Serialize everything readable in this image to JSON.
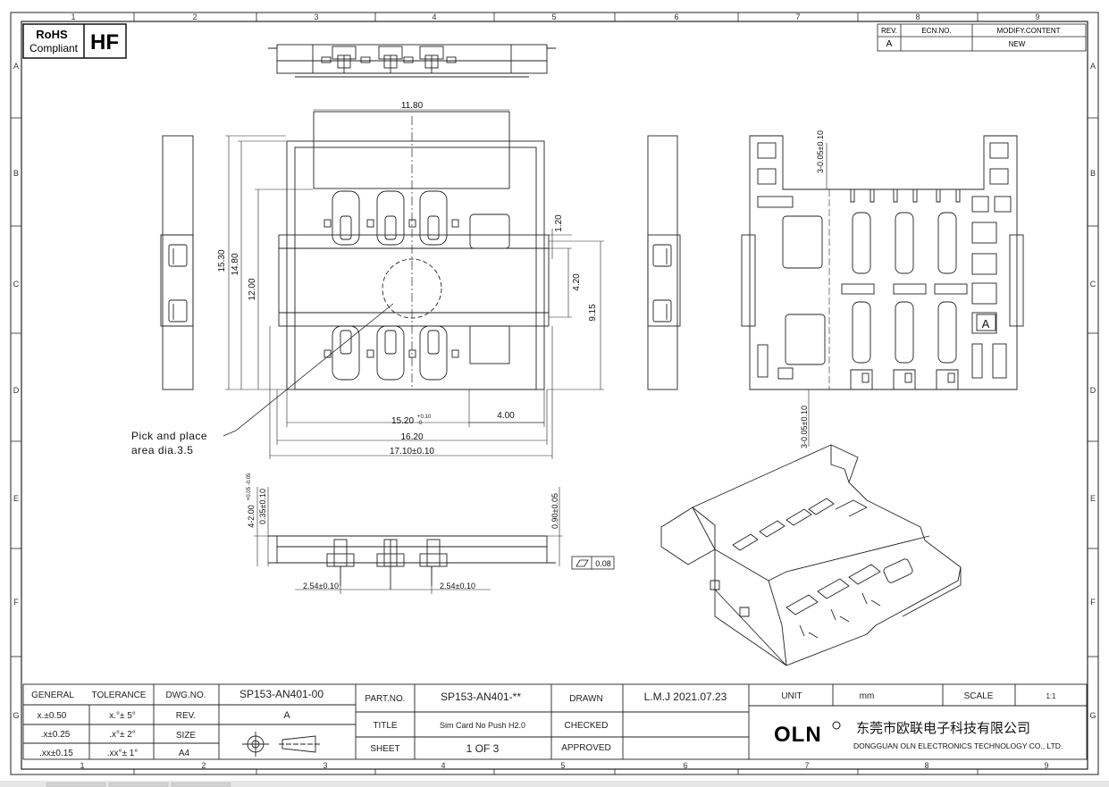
{
  "grid": {
    "cols": [
      "1",
      "2",
      "3",
      "4",
      "5",
      "6",
      "7",
      "8",
      "9"
    ],
    "rows": [
      "A",
      "B",
      "C",
      "D",
      "E",
      "F",
      "G"
    ]
  },
  "badge": {
    "rohs": "RoHS",
    "compliant": "Compliant",
    "hf": "HF"
  },
  "rev_table": {
    "h_rev": "REV.",
    "h_ecn": "ECN.NO.",
    "h_modify": "MODIFY.CONTENT",
    "rev": "A",
    "ecn": "",
    "modify": "NEW"
  },
  "dims": {
    "d1180": "11.80",
    "d1530": "15.30",
    "d1480": "14.80",
    "d1200": "12.00",
    "d120": "1.20",
    "d420": "4.20",
    "d915": "9.15",
    "d1520": "15.20",
    "d1520_tol": "+0.10",
    "d1520_tol2": "-0",
    "d400": "4.00",
    "d1620": "16.20",
    "d1710": "17.10±0.10",
    "pick_line1": "Pick and place",
    "pick_line2": "area dia.3.5",
    "d3005a": "3-0.05±0.10",
    "d3005b": "3-0.05±0.10",
    "d4200": "4-2.00",
    "d4200_tol": "+0.05 -0.05",
    "d035": "0.35±0.10",
    "d090": "0.90±0.05",
    "flat": "0.08",
    "d254a": "2.54±0.10",
    "d254b": "2.54±0.10",
    "label_a": "A"
  },
  "title_block": {
    "general": "GENERAL",
    "tolerance": "TOLERANCE",
    "tol_x_lin": "x.±0.50",
    "tol_x_ang": "x.°± 5°",
    "tol_xx_lin": ".x±0.25",
    "tol_xx_ang": ".x°± 2°",
    "tol_xxx_lin": ".xx±0.15",
    "tol_xxx_ang": ".xx°± 1°",
    "dwg_label": "DWG.NO.",
    "dwg_value": "SP153-AN401-00",
    "rev_label": "REV.",
    "rev_value": "A",
    "size_label": "SIZE",
    "size_value": "A4",
    "part_label": "PART.NO.",
    "part_value": "SP153-AN401-**",
    "title_label": "TITLE",
    "title_value": "Sim Card No Push H2.0",
    "sheet_label": "SHEET",
    "sheet_value": "1 OF 3",
    "drawn_label": "DRAWN",
    "drawn_value": "L.M.J 2021.07.23",
    "checked_label": "CHECKED",
    "checked_value": "",
    "approved_label": "APPROVED",
    "approved_value": "",
    "unit_label": "UNIT",
    "unit_value": "mm",
    "scale_label": "SCALE",
    "scale_value": "1:1",
    "logo": "OLN",
    "company_cn": "东莞市欧联电子科技有限公司",
    "company_en": "DONGGUAN OLN ELECTRONICS TECHNOLOGY CO., LTD."
  }
}
